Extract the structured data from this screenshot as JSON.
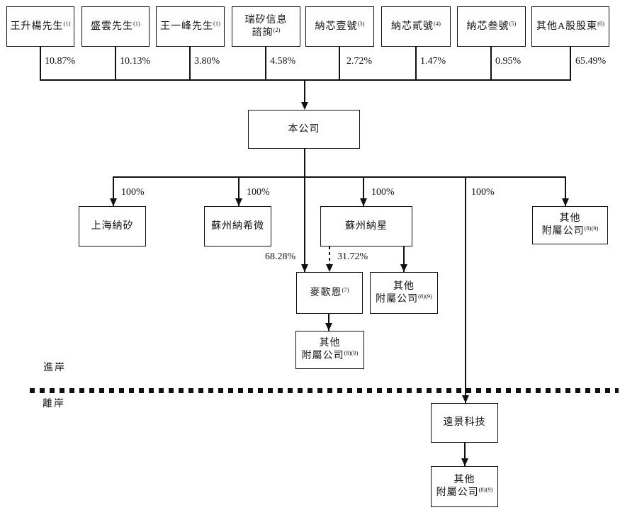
{
  "shareholders": [
    {
      "name": "王升楊先生",
      "note": "(1)",
      "pct": "10.87%"
    },
    {
      "name": "盛雲先生",
      "note": "(1)",
      "pct": "10.13%"
    },
    {
      "name": "王一峰先生",
      "note": "(1)",
      "pct": "3.80%"
    },
    {
      "line1": "瑞矽信息",
      "line2": "諮詢",
      "note": "(2)",
      "pct": "4.58%"
    },
    {
      "name": "納芯壹號",
      "note": "(3)",
      "pct": "2.72%"
    },
    {
      "name": "納芯貳號",
      "note": "(4)",
      "pct": "1.47%"
    },
    {
      "name": "納芯叁號",
      "note": "(5)",
      "pct": "0.95%"
    },
    {
      "name": "其他A股股東",
      "note": "(6)",
      "pct": "65.49%"
    }
  ],
  "company": {
    "name": "本公司"
  },
  "subsidiaries": {
    "shanghai_naxi": {
      "name": "上海納矽",
      "pct": "100%"
    },
    "suzhou_naxiwei": {
      "name": "蘇州納希微",
      "pct": "100%"
    },
    "suzhou_naxing": {
      "name": "蘇州納星",
      "pct": "100%"
    },
    "other_sub_1": {
      "line1": "其他",
      "line2": "附屬公司",
      "note": "(8)(9)"
    },
    "magen": {
      "name": "麥歌恩",
      "note": "(7)",
      "pct_from_company": "68.28%",
      "pct_from_naxing": "31.72%"
    },
    "other_sub_2": {
      "line1": "其他",
      "line2": "附屬公司",
      "note": "(8)(9)"
    },
    "other_sub_3": {
      "line1": "其他",
      "line2": "附屬公司",
      "note": "(8)(9)"
    },
    "yuanjing": {
      "name": "遠景科技",
      "pct": "100%"
    },
    "other_sub_4": {
      "line1": "其他",
      "line2": "附屬公司",
      "note": "(8)(9)"
    }
  },
  "separator": {
    "onshore": "進岸",
    "offshore": "離岸"
  }
}
